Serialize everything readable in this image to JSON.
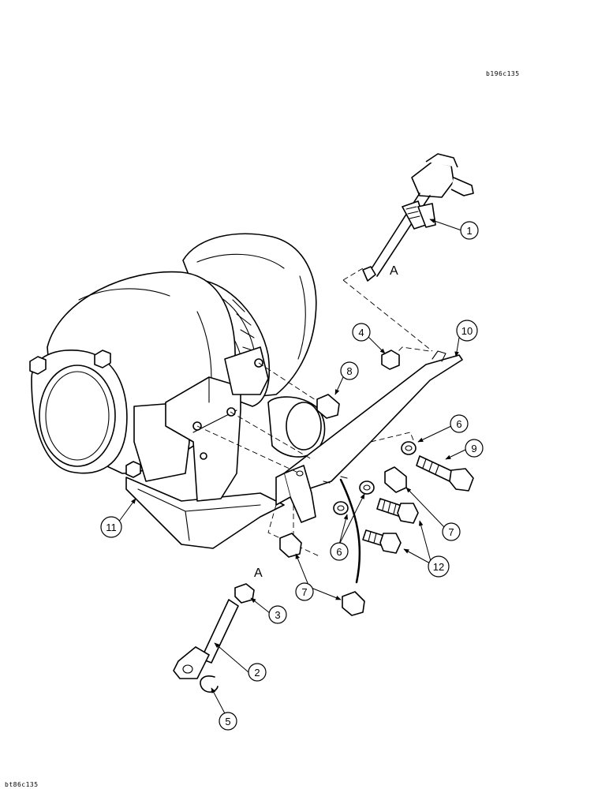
{
  "figure": {
    "top_ref": "b196c135",
    "bottom_ref": "bt86c135",
    "letter_a_top": "A",
    "letter_a_bottom": "A"
  },
  "callouts": [
    "1",
    "2",
    "3",
    "4",
    "5",
    "6",
    "6",
    "7",
    "7",
    "8",
    "9",
    "10",
    "11",
    "12"
  ]
}
